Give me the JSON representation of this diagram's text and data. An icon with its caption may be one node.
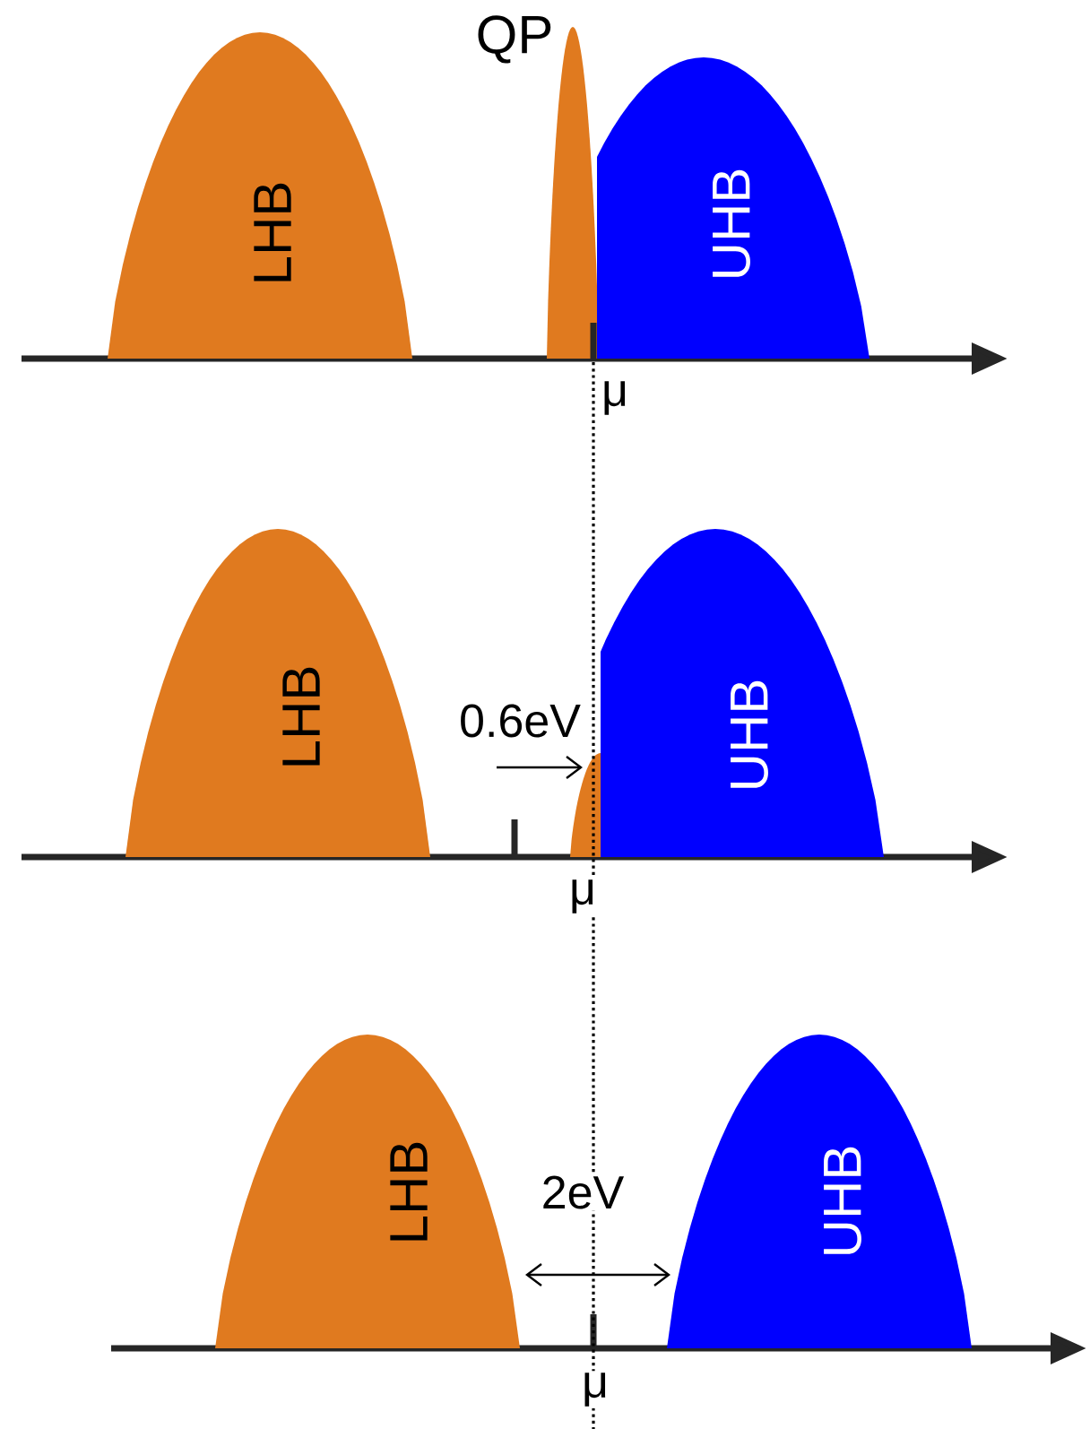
{
  "diagram": {
    "nodes": [
      {
        "text": [
          "LHB"
        ]
      },
      {
        "text": [
          "QP"
        ]
      },
      {
        "text": [
          "UHB"
        ]
      },
      {
        "text": [
          "LHB"
        ]
      },
      {
        "text": [
          "UHB"
        ]
      },
      {
        "text": [
          "LHB"
        ]
      },
      {
        "text": [
          "UHB"
        ]
      }
    ],
    "labels": [
      "μ",
      "0.6eV",
      "μ",
      "2eV",
      "μ"
    ]
  }
}
